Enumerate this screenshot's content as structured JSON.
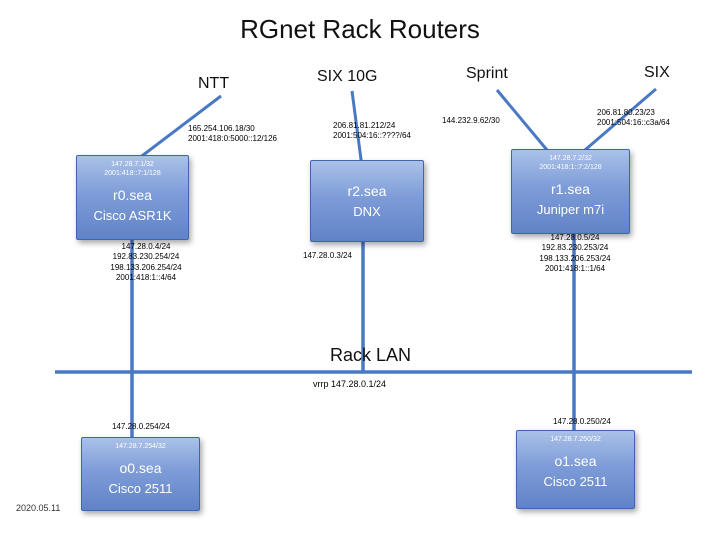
{
  "title": "RGnet Rack Routers",
  "footer_date": "2020.05.11",
  "uplinks": {
    "ntt": {
      "label": "NTT",
      "addresses": "165.254.106.18/30\n2001:418:0:5000::12/126"
    },
    "six10g": {
      "label": "SIX 10G",
      "addresses": "206.81.81.212/24\n2001:504:16::????/64"
    },
    "sprint": {
      "label": "Sprint",
      "addresses": "144.232.9.62/30"
    },
    "six": {
      "label": "SIX",
      "addresses": "206.81.80.23/23\n2001:504:16::c3a/64"
    }
  },
  "rack_lan": {
    "label": "Rack LAN",
    "vrrp": "vrrp 147.28.0.1/24"
  },
  "routers": {
    "r0": {
      "name": "r0.sea",
      "model": "Cisco ASR1K",
      "loopbacks": "147.28.7.1/32\n2001:418::7:1/128",
      "lan_addresses": "147.28.0.4/24\n192.83.230.254/24\n198.133.206.254/24\n2001:418:1::4/64"
    },
    "r2": {
      "name": "r2.sea",
      "model": "DNX",
      "lan_addresses": "147.28.0.3/24"
    },
    "r1": {
      "name": "r1.sea",
      "model": "Juniper m7i",
      "loopbacks": "147.28.7.2/32\n2001:418:1::7:2/128",
      "lan_addresses": "147.28.0.5/24\n192.83.230.253/24\n198.133.206.253/24\n2001:418:1::1/64"
    },
    "o0": {
      "name": "o0.sea",
      "model": "Cisco 2511",
      "loopback": "147.28.7.254/32",
      "lan_address": "147.28.0.254/24"
    },
    "o1": {
      "name": "o1.sea",
      "model": "Cisco 2511",
      "loopback": "147.28.7.250/32",
      "lan_address": "147.28.0.250/24"
    }
  },
  "colors": {
    "box_gradient_top": "#aac1e8",
    "box_gradient_bottom": "#6083c7",
    "box_border": "#3f66ad",
    "link_line": "#4a79c4",
    "box_text": "#ffffff",
    "annotation_text": "#000000"
  }
}
